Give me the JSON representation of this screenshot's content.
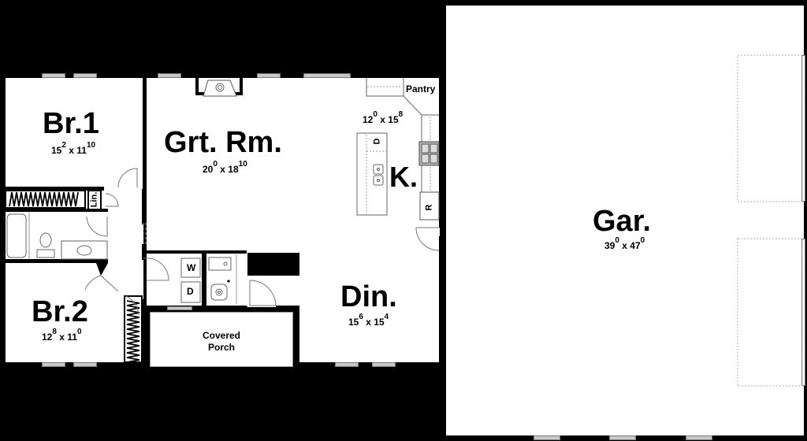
{
  "plan": {
    "background_color": "#000000",
    "floor_color": "#ffffff",
    "window_color": "#c8c8c8"
  },
  "rooms": {
    "br1": {
      "name": "Br.1",
      "w_ft": "15",
      "w_in": "2",
      "x": "x",
      "d_ft": "11",
      "d_in": "10"
    },
    "grt": {
      "name": "Grt. Rm.",
      "w_ft": "20",
      "w_in": "0",
      "x": "x",
      "d_ft": "18",
      "d_in": "10"
    },
    "kitchen": {
      "name": "K.",
      "w_ft": "12",
      "w_in": "0",
      "x": "x",
      "d_ft": "15",
      "d_in": "8"
    },
    "pantry": {
      "name": "Pantry"
    },
    "br2": {
      "name": "Br.2",
      "w_ft": "12",
      "w_in": "8",
      "x": "x",
      "d_ft": "11",
      "d_in": "0"
    },
    "din": {
      "name": "Din.",
      "w_ft": "15",
      "w_in": "6",
      "x": "x",
      "d_ft": "15",
      "d_in": "4"
    },
    "gar": {
      "name": "Gar.",
      "w_ft": "39",
      "w_in": "0",
      "x": "x",
      "d_ft": "47",
      "d_in": "0"
    },
    "porch": {
      "line1": "Covered",
      "line2": "Porch"
    },
    "linen": {
      "name": "Lin."
    }
  },
  "appliances": {
    "washer": "W",
    "dryer": "D",
    "dishwasher": "D",
    "refrigerator": "R"
  }
}
